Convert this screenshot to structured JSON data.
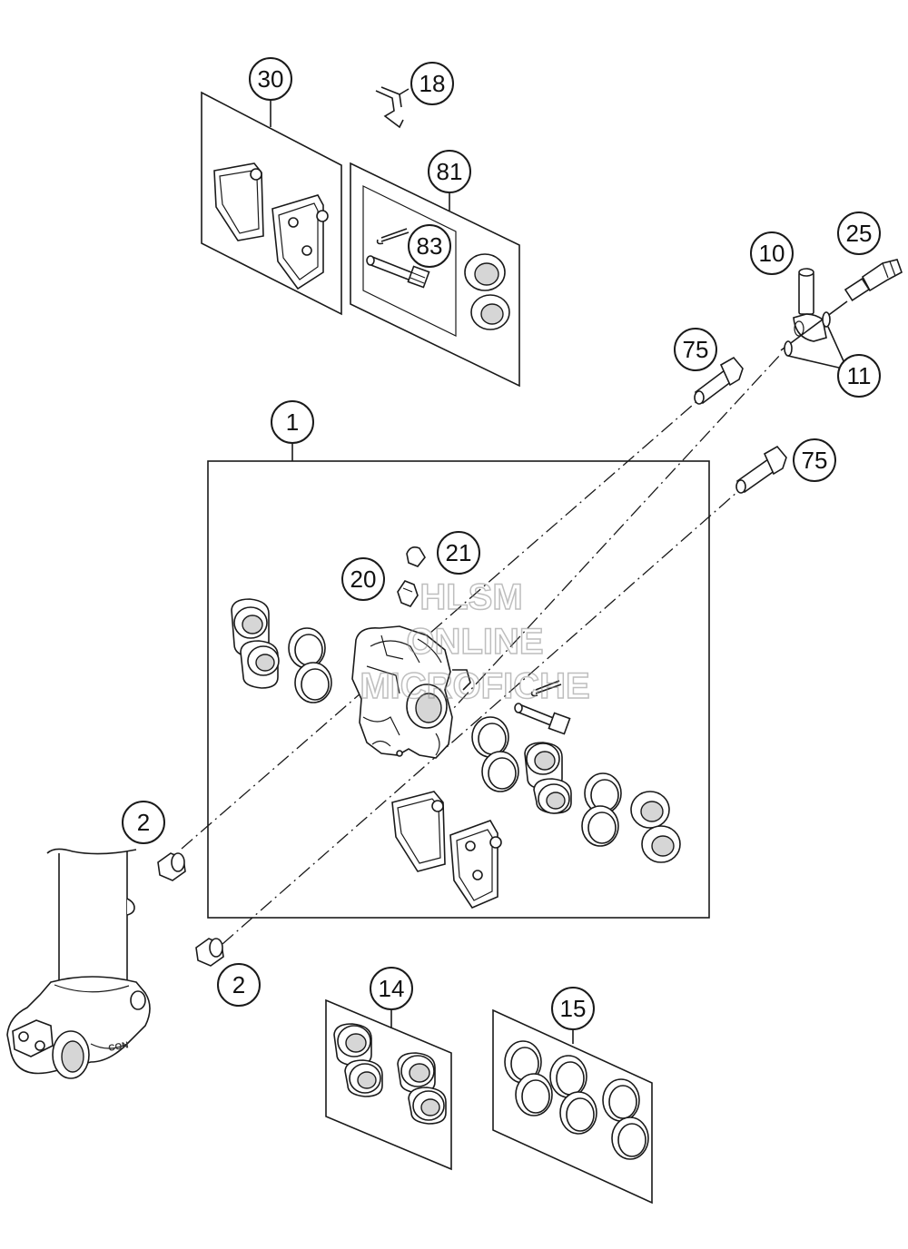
{
  "labels": {
    "b30": "30",
    "b18": "18",
    "b81": "81",
    "b83": "83",
    "b10": "10",
    "b25": "25",
    "b75a": "75",
    "b11": "11",
    "b1": "1",
    "b75b": "75",
    "b21": "21",
    "b20": "20",
    "b2a": "2",
    "b2b": "2",
    "b14": "14",
    "b15": "15"
  },
  "watermark": {
    "line1": "HLSM",
    "line2": "ONLINE",
    "line3": "MICROFICHE"
  },
  "fork_marking": "CON"
}
